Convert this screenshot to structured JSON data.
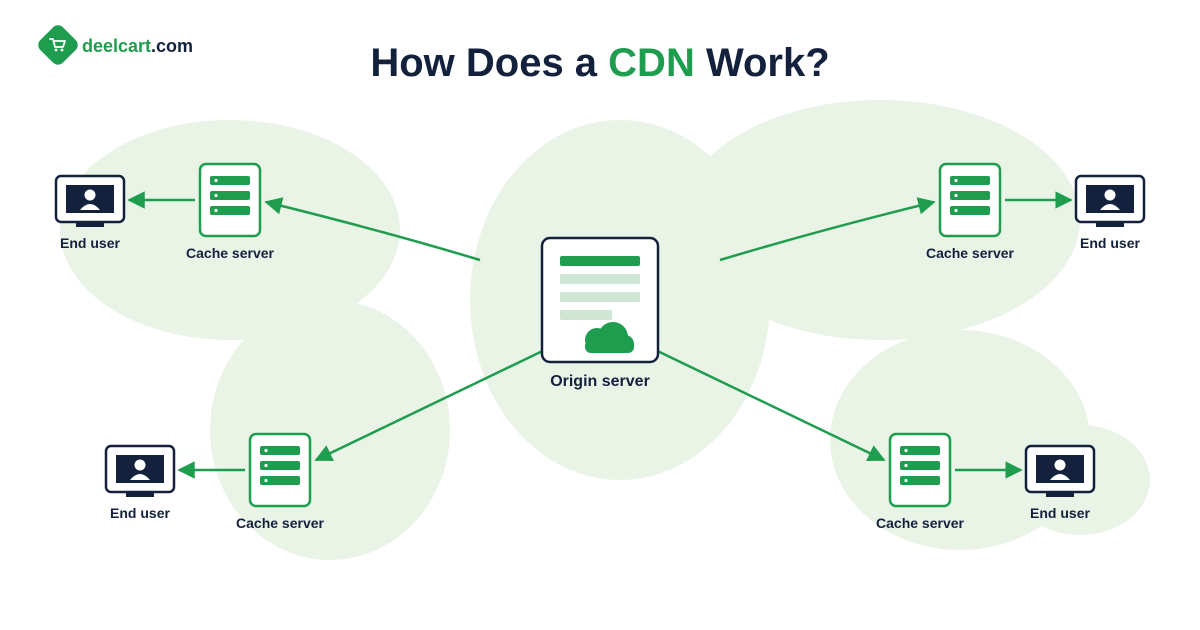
{
  "brand": {
    "name_main": "deelcart",
    "name_suffix": ".com",
    "icon": "shopping-cart-icon"
  },
  "title": {
    "prefix": "How Does a ",
    "highlight": "CDN",
    "suffix": " Work?"
  },
  "colors": {
    "green": "#1f9d4f",
    "navy": "#14213d",
    "blob": "#e9f3e6",
    "light_green": "#cfe6d4"
  },
  "labels": {
    "origin": "Origin server",
    "cache": "Cache server",
    "end_user": "End user"
  },
  "icons": {
    "origin": "document-cloud-icon",
    "cache": "server-rack-icon",
    "end_user": "monitor-user-icon"
  }
}
